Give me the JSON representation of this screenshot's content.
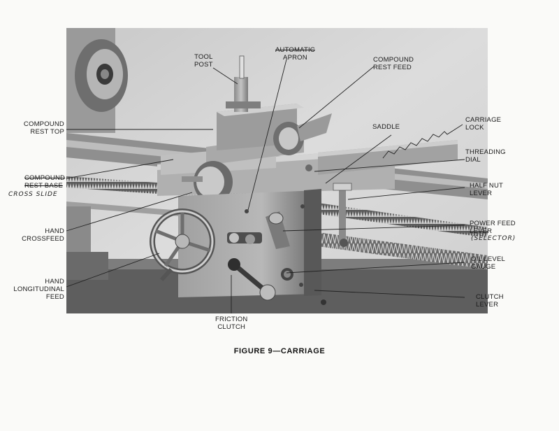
{
  "figure": {
    "caption": "FIGURE 9—CARRIAGE"
  },
  "labels": {
    "tool_post": [
      "TOOL",
      "POST"
    ],
    "automatic_struck": "AUTOMATIC",
    "apron": "APRON",
    "compound_rest_feed": [
      "COMPOUND",
      "REST FEED"
    ],
    "compound_rest_top": [
      "COMPOUND",
      "REST TOP"
    ],
    "saddle": "SADDLE",
    "carriage_lock": [
      "CARRIAGE",
      "LOCK"
    ],
    "threading_dial": [
      "THREADING",
      "DIAL"
    ],
    "compound_rest_base_struck": [
      "COMPOUND",
      "REST BASE"
    ],
    "cross_slide_handwritten": "CROSS SLIDE",
    "half_nut_lever": [
      "HALF NUT",
      "LEVER"
    ],
    "hand_crossfeed": [
      "HAND",
      "CROSSFEED"
    ],
    "power_feed_lever": [
      "POWER FEED",
      "LEVER"
    ],
    "selector_handwritten": "SELECTOR",
    "oil_level_gauge": [
      "OIL LEVEL",
      "GAUGE"
    ],
    "hand_longitudinal_feed": [
      "HAND",
      "LONGITUDINAL",
      "FEED"
    ],
    "clutch_lever": [
      "CLUTCH",
      "LEVER"
    ],
    "friction_clutch": [
      "FRICTION",
      "CLUTCH"
    ]
  }
}
